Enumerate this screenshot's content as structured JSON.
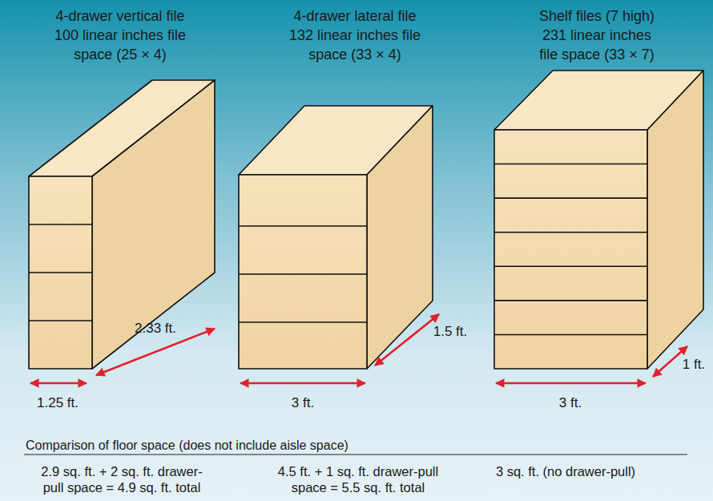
{
  "diagram": {
    "labels": [
      "4-drawer vertical file 100 linear inches file space (25 × 4)",
      "4-drawer lateral file 132 linear inches file space (33 × 4)",
      "Shelf files (7 high) 231 linear inches file space (33 × 7)",
      "1.25 ft.",
      "2.33 ft.",
      "3 ft.",
      "1.5 ft.",
      "3 ft.",
      "1 ft.",
      "Comparison of floor space (does not include aisle space)",
      "2.9 sq. ft. + 2 sq. ft. drawer-pull space = 4.9 sq. ft. total",
      "4.5 ft. + 1 sq. ft. drawer-pull space = 5.5 sq. ft. total",
      "3 sq. ft. (no drawer-pull)"
    ]
  }
}
